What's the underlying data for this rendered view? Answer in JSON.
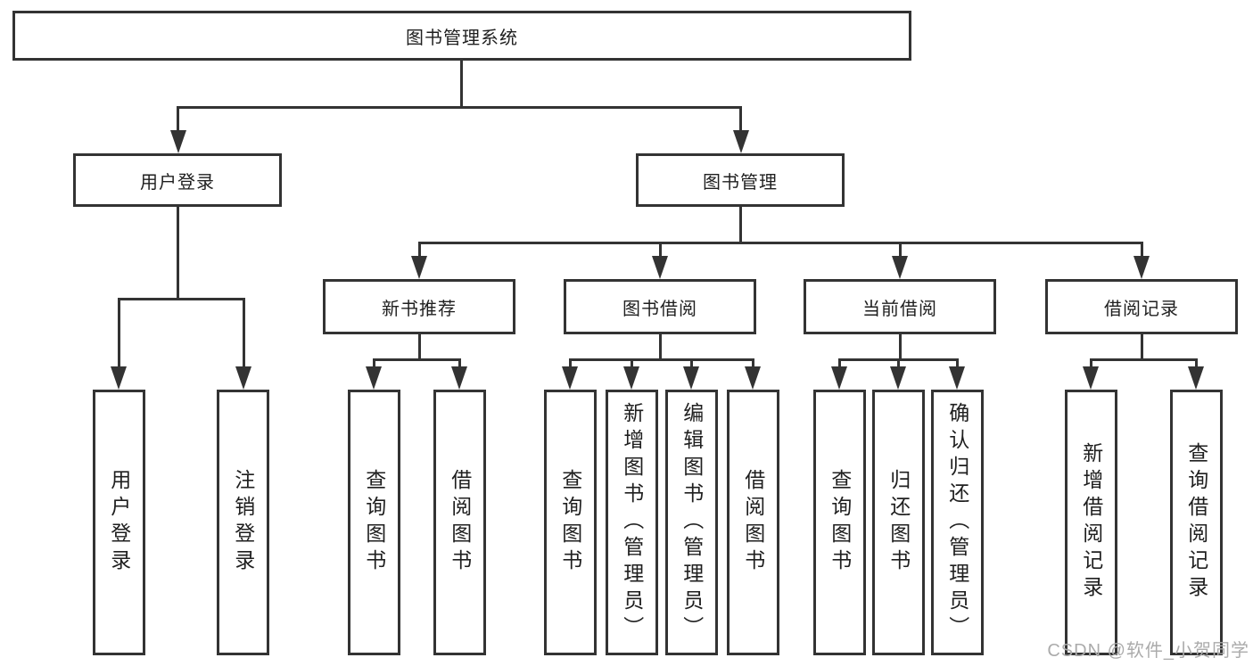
{
  "tree": {
    "root": {
      "label": "图书管理系统"
    },
    "user_login": {
      "label": "用户登录",
      "children": [
        {
          "label": "用户登录"
        },
        {
          "label": "注销登录"
        }
      ]
    },
    "book_mgmt": {
      "label": "图书管理",
      "groups": [
        {
          "label": "新书推荐",
          "children": [
            {
              "label": "查询图书"
            },
            {
              "label": "借阅图书"
            }
          ]
        },
        {
          "label": "图书借阅",
          "children": [
            {
              "label": "查询图书"
            },
            {
              "label": "新增图书（管理员）"
            },
            {
              "label": "编辑图书（管理员）"
            },
            {
              "label": "借阅图书"
            }
          ]
        },
        {
          "label": "当前借阅",
          "children": [
            {
              "label": "查询图书"
            },
            {
              "label": "归还图书"
            },
            {
              "label": "确认归还（管理员）"
            }
          ]
        },
        {
          "label": "借阅记录",
          "children": [
            {
              "label": "新增借阅记录"
            },
            {
              "label": "查询借阅记录"
            }
          ]
        }
      ]
    }
  },
  "watermark": {
    "text": "CSDN @软件_小贺同学"
  },
  "colors": {
    "line": "#333333",
    "text": "#1f1f1f",
    "watermark": "#ababab",
    "background": "#ffffff"
  }
}
